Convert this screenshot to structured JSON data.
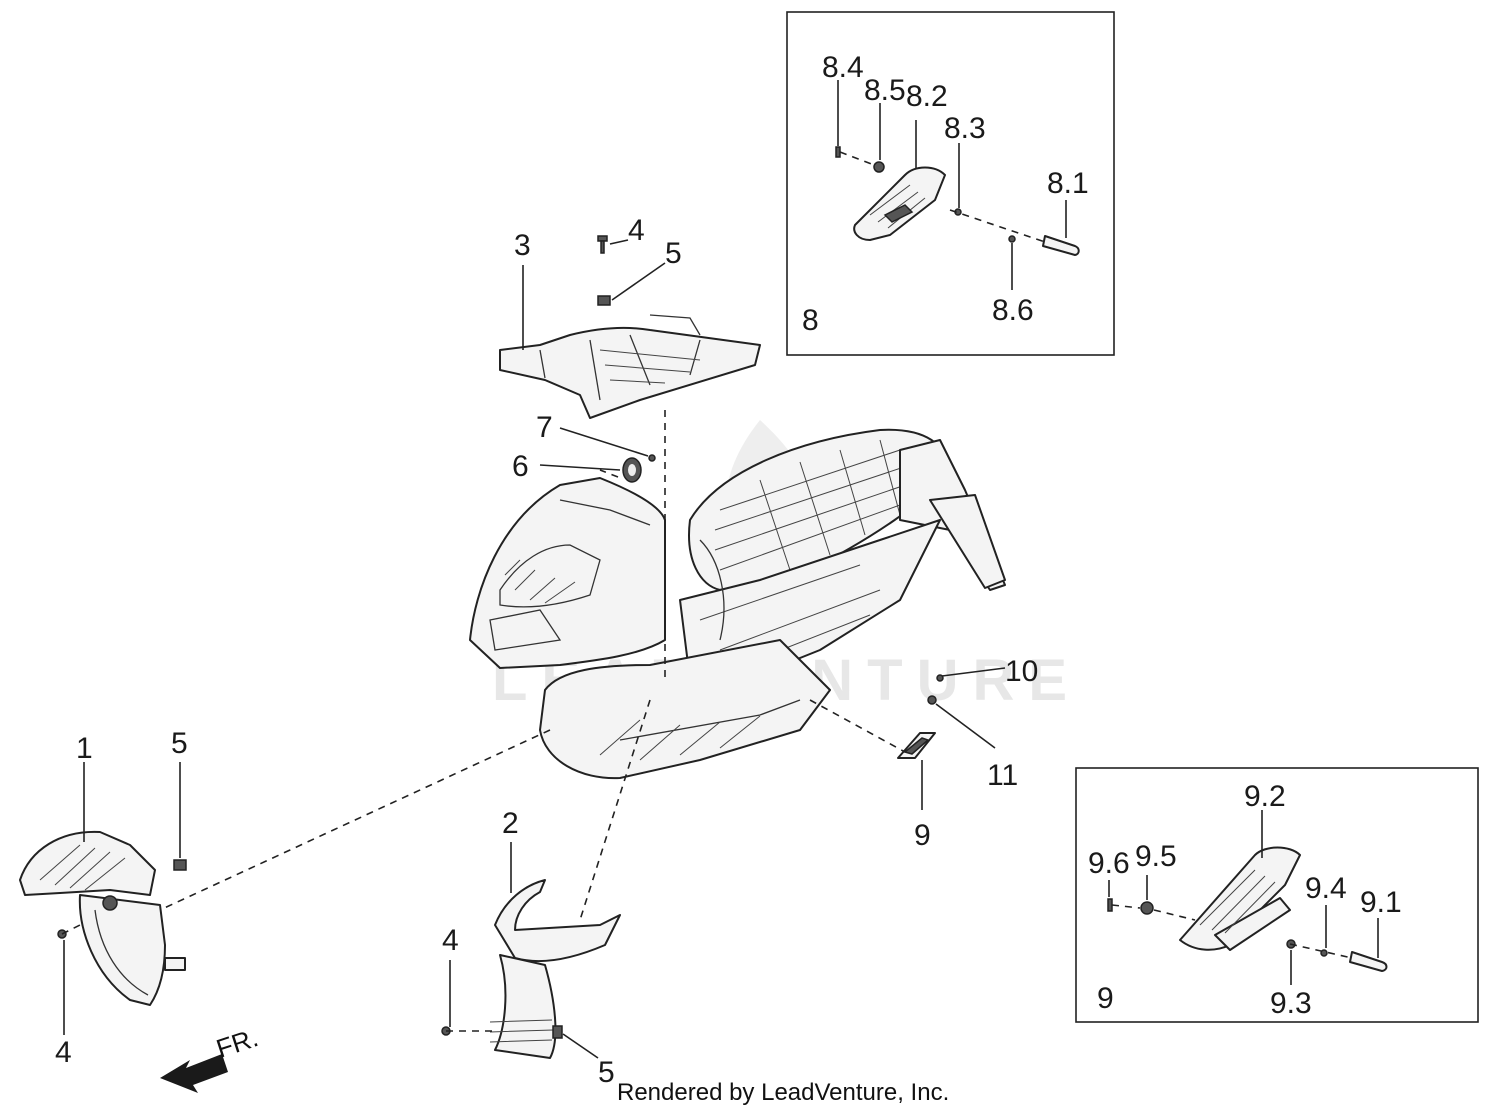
{
  "watermark": {
    "text": "LEADVENTURE"
  },
  "footer": {
    "credit": "Rendered by LeadVenture, Inc."
  },
  "direction": {
    "label": "FR."
  },
  "callouts": {
    "c1": "1",
    "c2": "2",
    "c3": "3",
    "c4_top": "4",
    "c4_left": "4",
    "c4_mid": "4",
    "c5_top": "5",
    "c5_left": "5",
    "c5_bottom": "5",
    "c6": "6",
    "c7": "7",
    "c9_main": "9",
    "c10": "10",
    "c11": "11"
  },
  "inset8": {
    "id": "8",
    "labels": {
      "l81": "8.1",
      "l82": "8.2",
      "l83": "8.3",
      "l84": "8.4",
      "l85": "8.5",
      "l86": "8.6"
    }
  },
  "inset9": {
    "id": "9",
    "labels": {
      "l91": "9.1",
      "l92": "9.2",
      "l93": "9.3",
      "l94": "9.4",
      "l95": "9.5",
      "l96": "9.6"
    }
  }
}
